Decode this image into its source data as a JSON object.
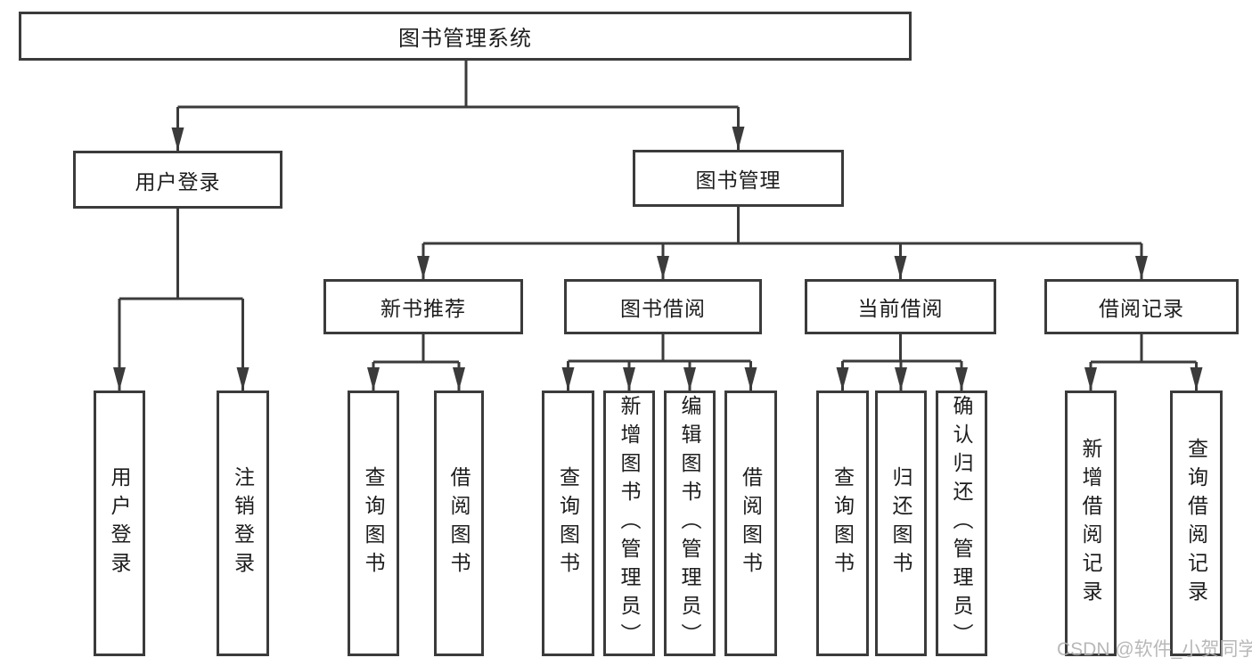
{
  "tree": {
    "label": "图书管理系统",
    "children": [
      {
        "label": "用户登录",
        "children": [
          {
            "label": "用户登录"
          },
          {
            "label": "注销登录"
          }
        ]
      },
      {
        "label": "图书管理",
        "children": [
          {
            "label": "新书推荐",
            "children": [
              {
                "label": "查询图书"
              },
              {
                "label": "借阅图书"
              }
            ]
          },
          {
            "label": "图书借阅",
            "children": [
              {
                "label": "查询图书"
              },
              {
                "label": "新增图书（管理员）"
              },
              {
                "label": "编辑图书（管理员）"
              },
              {
                "label": "借阅图书"
              }
            ]
          },
          {
            "label": "当前借阅",
            "children": [
              {
                "label": "查询图书"
              },
              {
                "label": "归还图书"
              },
              {
                "label": "确认归还（管理员）"
              }
            ]
          },
          {
            "label": "借阅记录",
            "children": [
              {
                "label": "新增借阅记录"
              },
              {
                "label": "查询借阅记录"
              }
            ]
          }
        ]
      }
    ]
  },
  "watermark": {
    "text": "CSDN @软件_小贺同学"
  },
  "colors": {
    "line": "#3b3b3b",
    "box_border": "#3b3b3b",
    "text": "#1d1d1d",
    "watermark": "#b1b1b1",
    "background": "#ffffff"
  }
}
